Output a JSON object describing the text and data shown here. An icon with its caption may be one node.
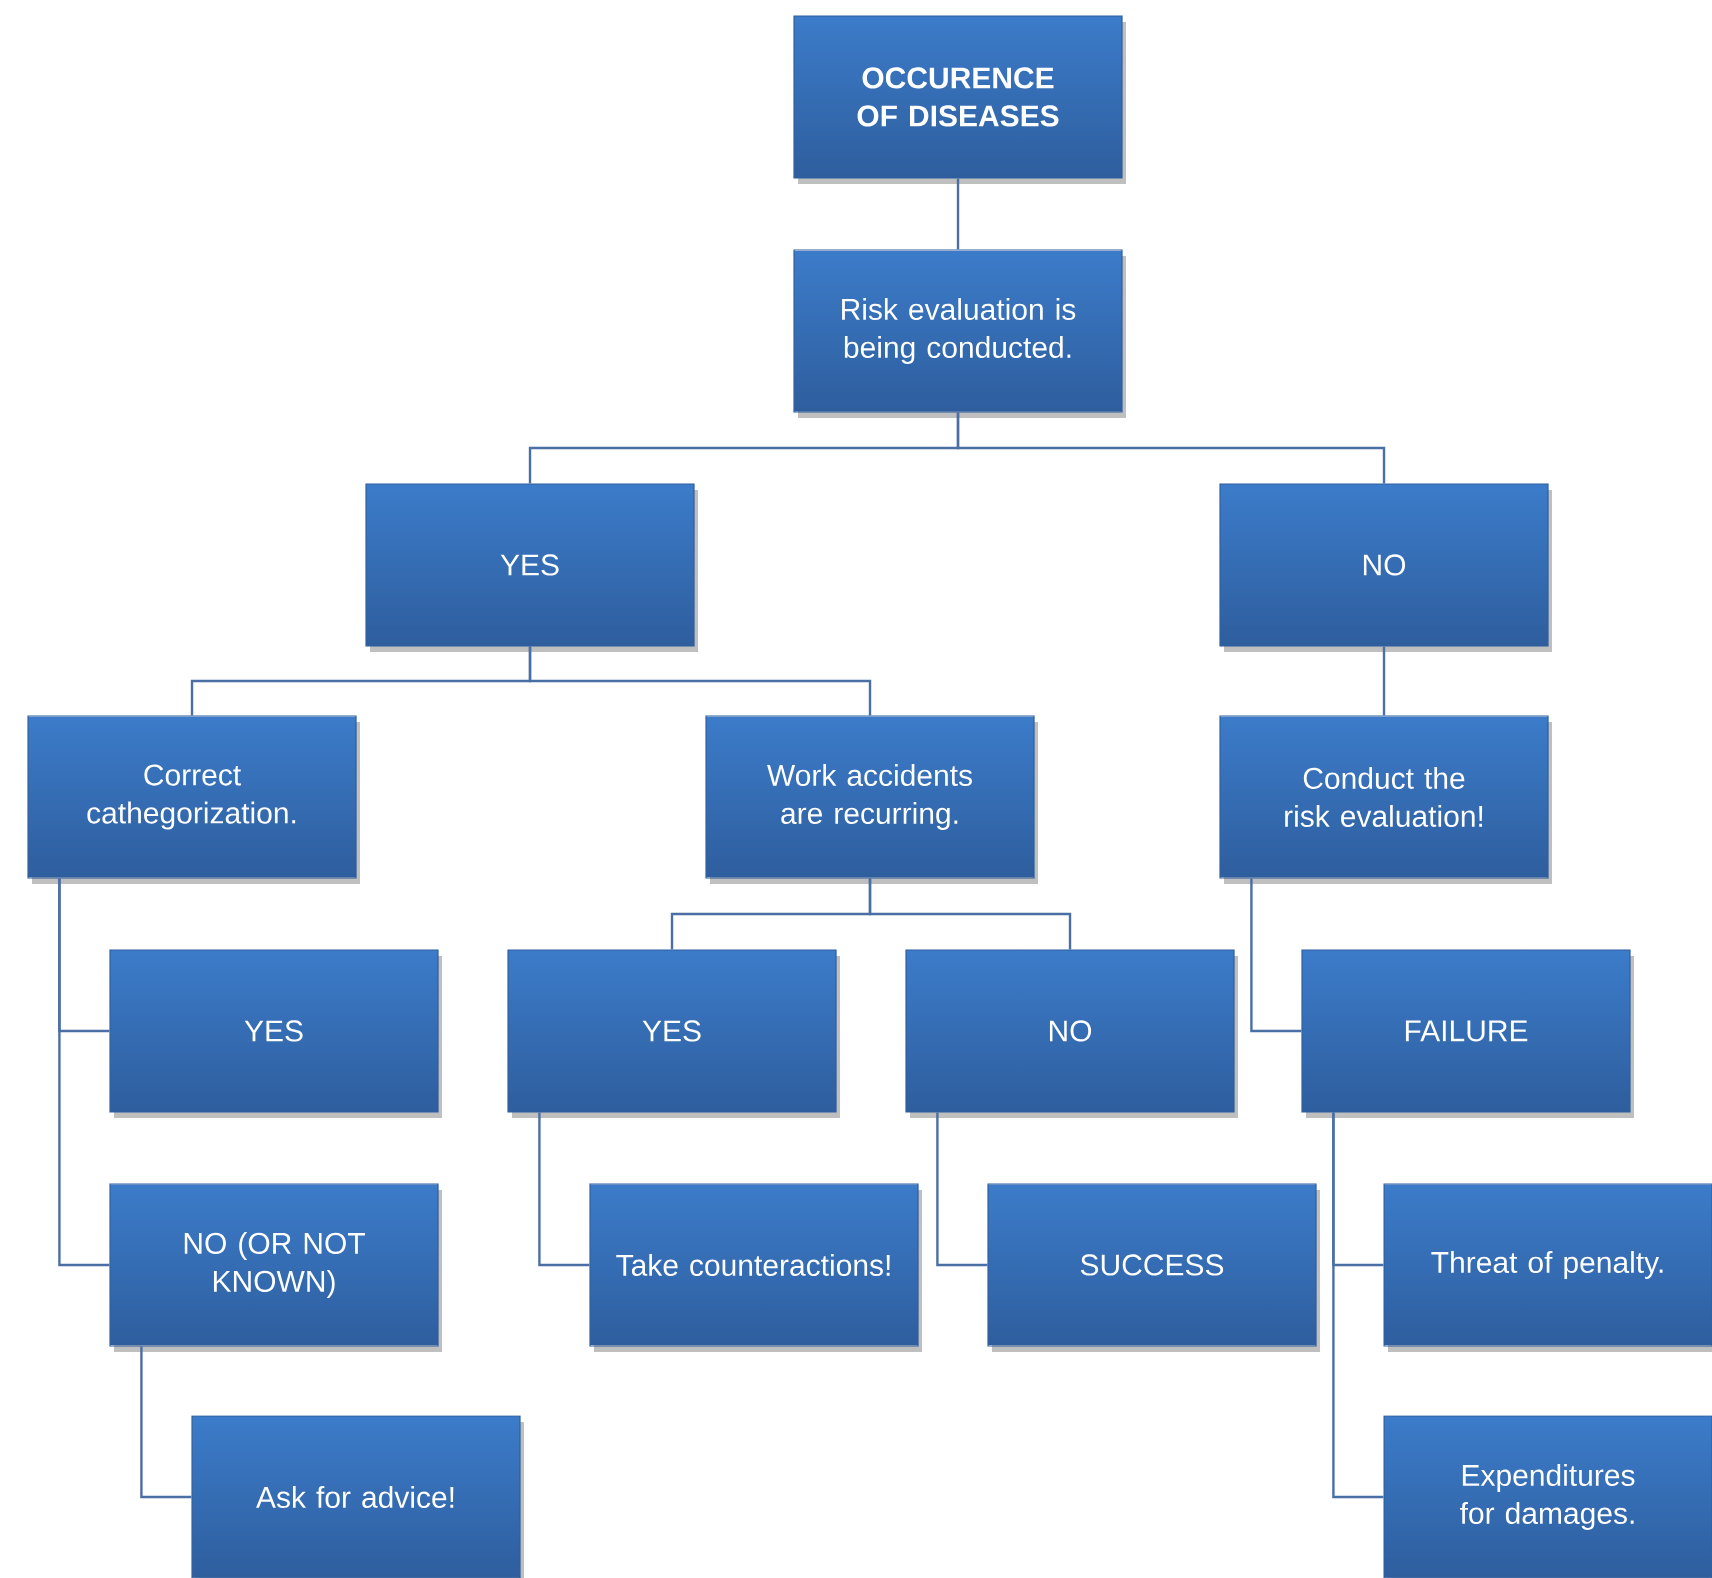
{
  "diagram": {
    "nodes": [
      {
        "text": [
          "OCCURENCE OF DISEASES"
        ]
      },
      {
        "text": [
          "Risk evaluation is being conducted."
        ]
      },
      {
        "text": [
          "YES"
        ]
      },
      {
        "text": [
          "NO"
        ]
      },
      {
        "text": [
          "Correct cathegorization."
        ]
      },
      {
        "text": [
          "Work accidents are recurring."
        ]
      },
      {
        "text": [
          "Conduct the risk evaluation!"
        ]
      },
      {
        "text": [
          "YES"
        ]
      },
      {
        "text": [
          "NO (OR NOT KNOWN)"
        ]
      },
      {
        "text": [
          "Ask for advice!"
        ]
      },
      {
        "text": [
          "YES"
        ]
      },
      {
        "text": [
          "NO"
        ]
      },
      {
        "text": [
          "Take counteractions!"
        ]
      },
      {
        "text": [
          "SUCCESS"
        ]
      },
      {
        "text": [
          "FAILURE"
        ]
      },
      {
        "text": [
          "Threat of penalty."
        ]
      },
      {
        "text": [
          "Expenditures for damages."
        ]
      }
    ],
    "edges": [
      {
        "from": 0,
        "to": 1,
        "arrow": "none"
      },
      {
        "from": 1,
        "to": 2,
        "arrow": "none"
      },
      {
        "from": 1,
        "to": 3,
        "arrow": "none"
      },
      {
        "from": 2,
        "to": 4,
        "arrow": "none"
      },
      {
        "from": 2,
        "to": 5,
        "arrow": "none"
      },
      {
        "from": 3,
        "to": 6,
        "arrow": "none"
      },
      {
        "from": 4,
        "to": 7,
        "arrow": "none"
      },
      {
        "from": 4,
        "to": 8,
        "arrow": "none"
      },
      {
        "from": 8,
        "to": 9,
        "arrow": "none"
      },
      {
        "from": 5,
        "to": 10,
        "arrow": "none"
      },
      {
        "from": 5,
        "to": 11,
        "arrow": "none"
      },
      {
        "from": 10,
        "to": 12,
        "arrow": "none"
      },
      {
        "from": 11,
        "to": 13,
        "arrow": "none"
      },
      {
        "from": 6,
        "to": 14,
        "arrow": "none"
      },
      {
        "from": 14,
        "to": 15,
        "arrow": "none"
      },
      {
        "from": 14,
        "to": 16,
        "arrow": "none"
      }
    ]
  }
}
